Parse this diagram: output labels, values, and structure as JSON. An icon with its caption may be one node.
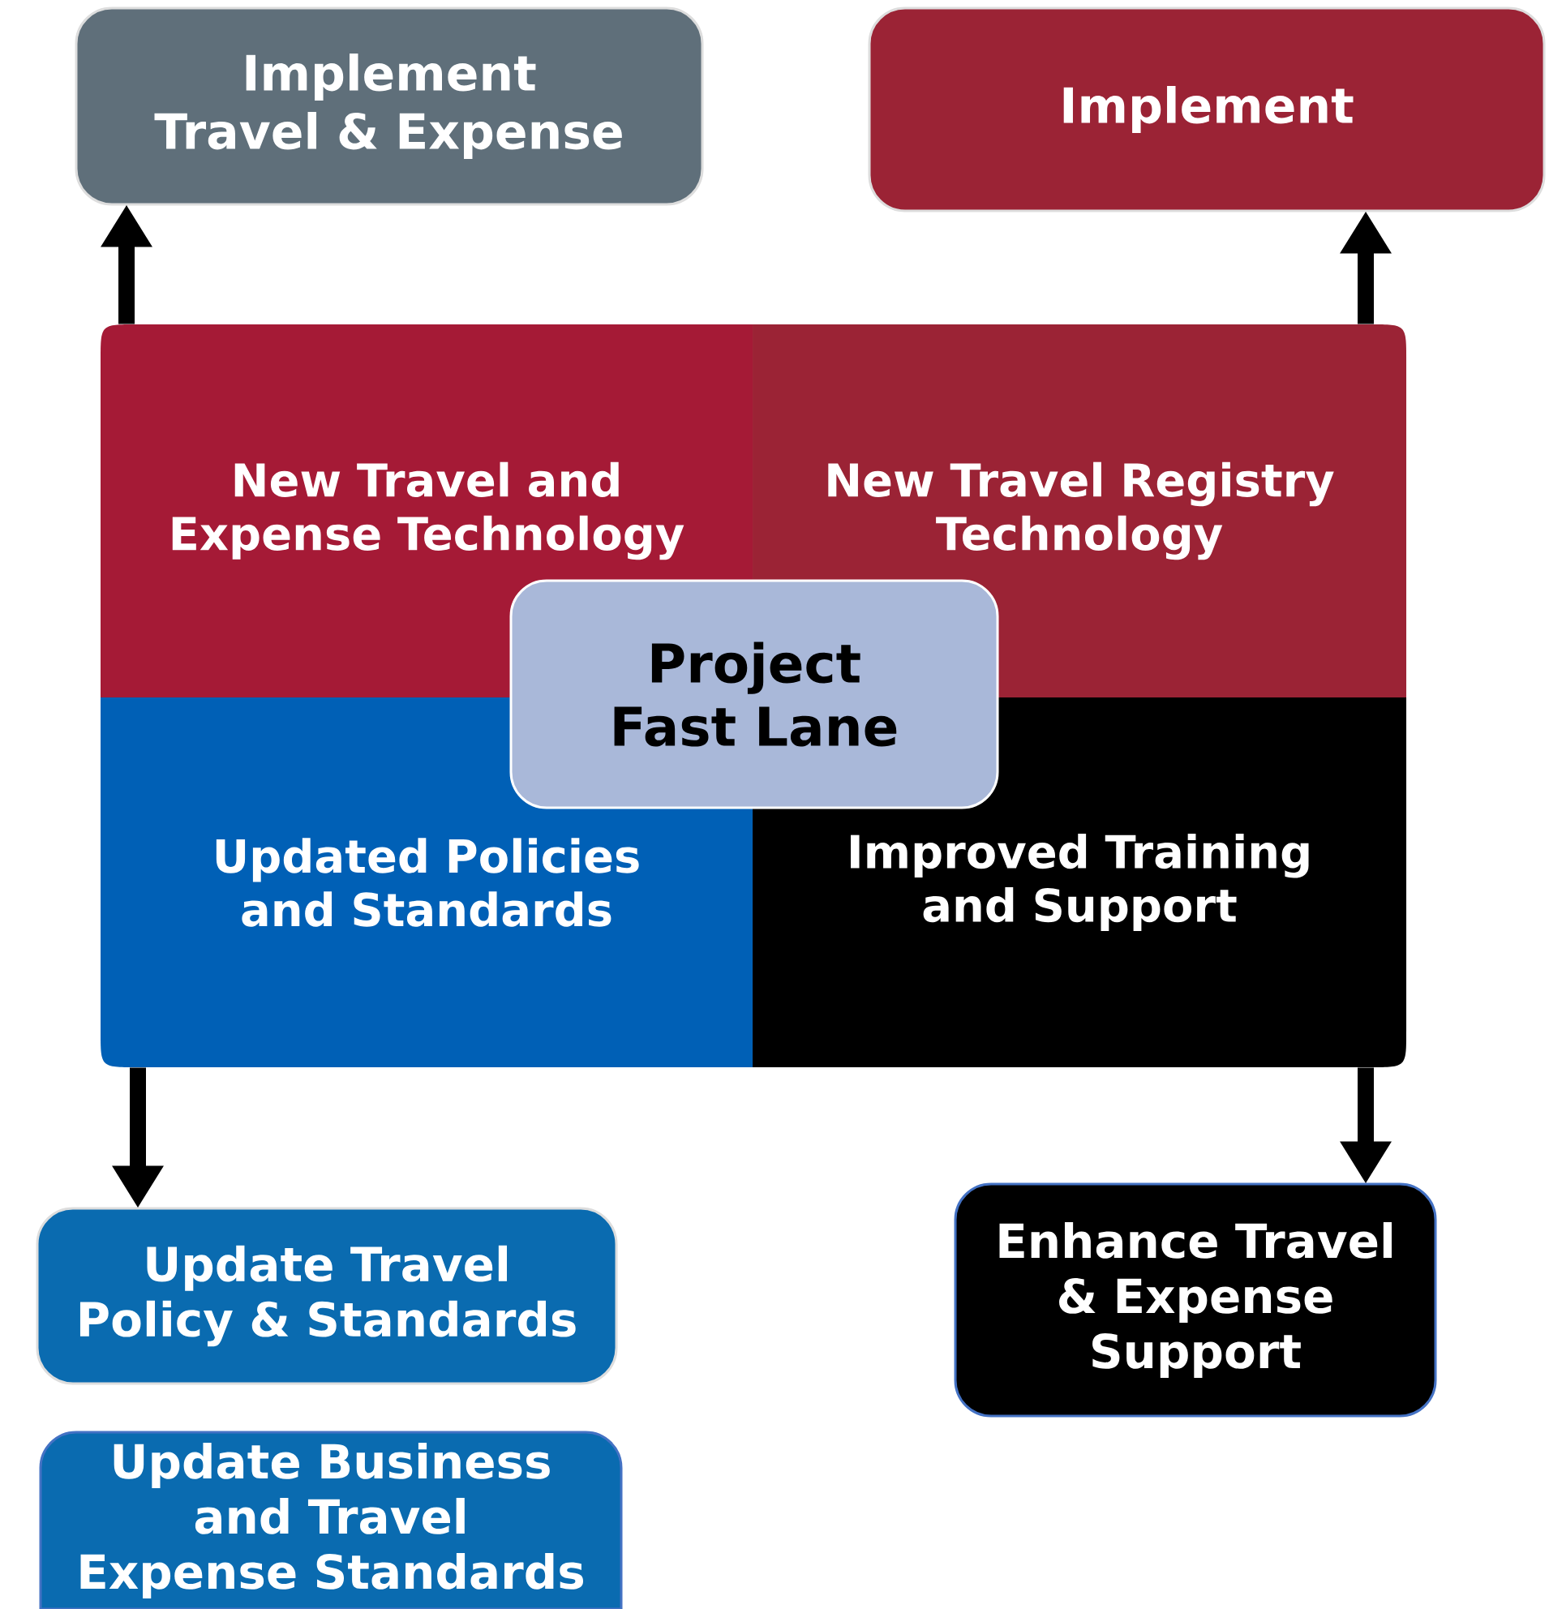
{
  "diagram": {
    "nodes": [
      {
        "text": [
          "Implement Travel & Expense"
        ]
      },
      {
        "text": [
          "Implement"
        ]
      },
      {
        "text": [
          "New Travel and Expense Technology"
        ]
      },
      {
        "text": [
          "New Travel Registry Technology"
        ]
      },
      {
        "text": [
          "Project Fast Lane"
        ]
      },
      {
        "text": [
          "Updated Policies and Standards"
        ]
      },
      {
        "text": [
          "Improved Training and Support"
        ]
      },
      {
        "text": [
          "Update Travel Policy & Standards"
        ]
      },
      {
        "text": [
          "Update Business and Travel Expense Standards"
        ]
      },
      {
        "text": [
          "Enhance Travel & Expense Support"
        ]
      }
    ],
    "edges": [
      {
        "from": 2,
        "to": 0,
        "arrow": "to"
      },
      {
        "from": 3,
        "to": 1,
        "arrow": "to"
      },
      {
        "from": 5,
        "to": 7,
        "arrow": "to"
      },
      {
        "from": 6,
        "to": 9,
        "arrow": "to"
      }
    ]
  }
}
